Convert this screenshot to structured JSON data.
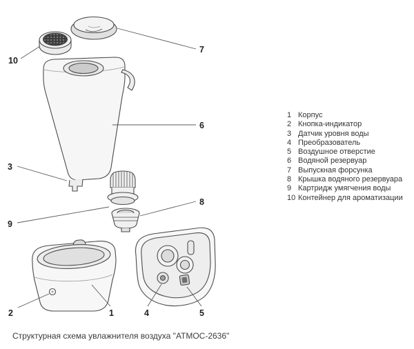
{
  "colors": {
    "line": "#4a4a4a",
    "leader_line": "#5a5a5a",
    "callout_number": "#222222",
    "legend_text": "#333333",
    "mesh_dark": "#3e3e3e",
    "fill_light": "#f4f4f4"
  },
  "legend": {
    "items": [
      {
        "num": "1",
        "label": "Корпус"
      },
      {
        "num": "2",
        "label": "Кнопка-индикатор"
      },
      {
        "num": "3",
        "label": "Датчик уровня воды"
      },
      {
        "num": "4",
        "label": "Преобразователь"
      },
      {
        "num": "5",
        "label": "Воздушное отверстие"
      },
      {
        "num": "6",
        "label": "Водяной резервуар"
      },
      {
        "num": "7",
        "label": "Выпускная форсунка"
      },
      {
        "num": "8",
        "label": "Крышка водяного резервуара"
      },
      {
        "num": "9",
        "label": "Картридж умягчения воды"
      },
      {
        "num": "10",
        "label": "Контейнер для ароматизации"
      }
    ]
  },
  "caption": "Структурная схема увлажнителя воздуха \"АТМОС-2636\""
}
